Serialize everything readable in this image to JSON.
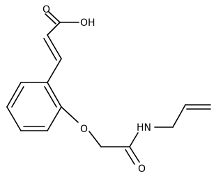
{
  "molecule": {
    "atoms": {
      "carboxyl_oxygen_double": "O",
      "carboxyl_hydroxyl": "OH",
      "ether_oxygen": "O",
      "amide_nh": "HN",
      "amide_oxygen": "O"
    }
  }
}
